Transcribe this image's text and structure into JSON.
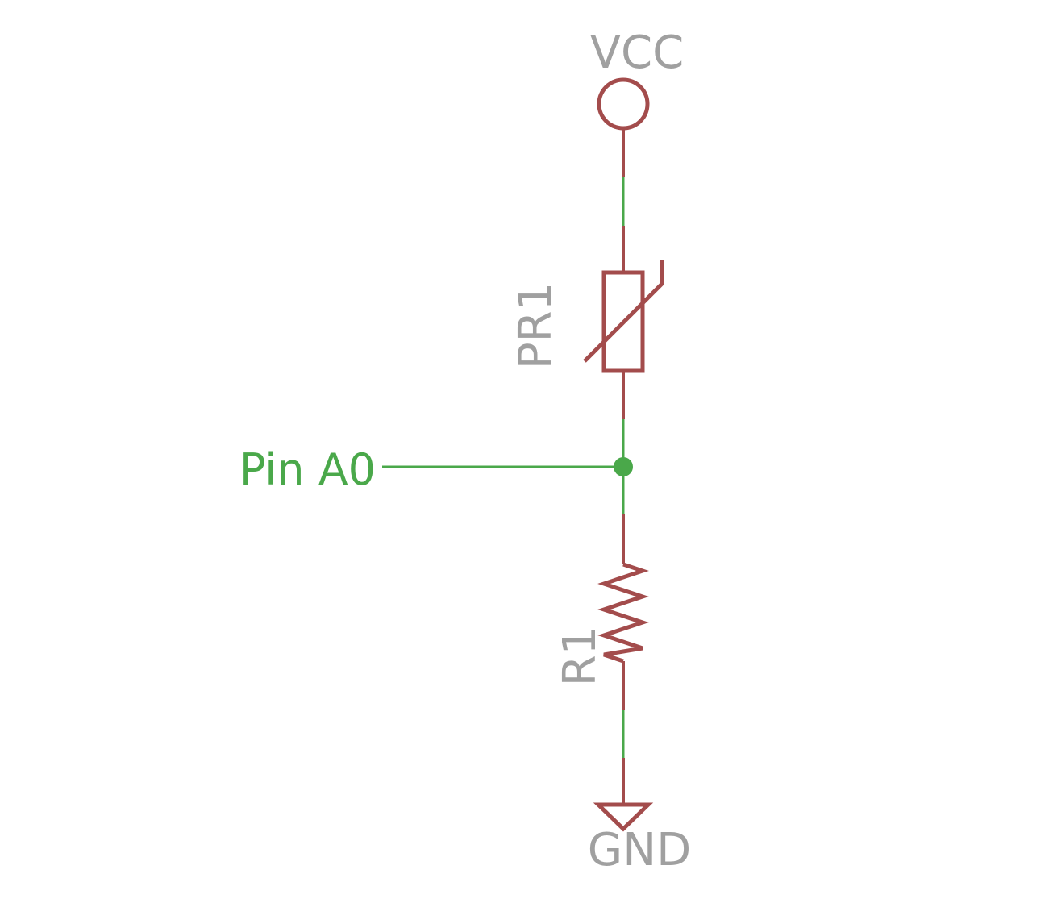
{
  "colors": {
    "part": "#a34c4c",
    "net": "#4aa84a",
    "label": "#a0a0a0"
  },
  "components": {
    "vcc": {
      "name": "VCC"
    },
    "photoresistor": {
      "name": "PR1"
    },
    "resistor": {
      "name": "R1"
    },
    "ground": {
      "name": "GND"
    }
  },
  "net_labels": {
    "analog_pin": "Pin A0"
  }
}
